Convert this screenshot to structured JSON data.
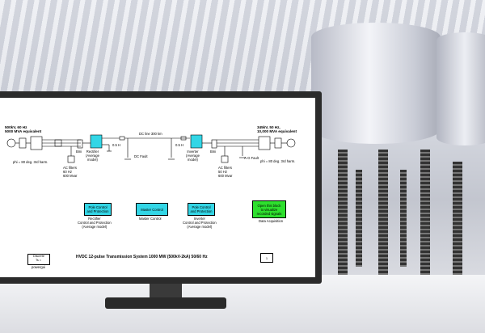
{
  "diagram": {
    "left_source_label": "500kV, 60 Hz\n5000 MVA equivalent",
    "right_source_label": "345kV, 50 Hz,\n10,000 MVA equivalent",
    "left_phase": "phi = 80 deg. 3rd harm.",
    "right_phase": "phi = 80 deg. 3rd harm.",
    "left_filter": "AC filters\n60 Hz\n600 Mvar",
    "right_filter": "AC filters\n50 Hz\n600 Mvar",
    "bmi": "Bmi",
    "bmi2": "Bmi",
    "dc_line": "DC line 300 km",
    "inductor_left": "0.5 H",
    "inductor_right": "0.5 H",
    "dc_fault": "DC Fault",
    "ac_fault": "A-G Fault",
    "rectifier_label": "Rectifier\n(Average\nmodel)",
    "inverter_label": "Inverter\n(Average\nmodel)",
    "blocks": {
      "pole1": "Pole Control\nand Protection",
      "master": "Master Control",
      "pole2": "Pole Control\nand Protection",
      "green": "Open this block\nto visualize\nrecorded signals"
    },
    "captions": {
      "rectifier": "Rectifier\nControl and Protection\n(Average model)",
      "master": "Master Control",
      "inverter": "Inverter\nControl and Protection\n(Average model)",
      "data": "Data Acquisition"
    },
    "discrete": "Discrete\nTs = ",
    "powergui": "powergui",
    "title": "HVDC 12-pulse Transmission System 1000 MW (500kV-2kA)   50/60 Hz",
    "button_one": "1"
  },
  "colors": {
    "control_block": "#33d6e6",
    "data_block": "#2ee02e",
    "monitor_bezel": "#2b2b2b"
  }
}
